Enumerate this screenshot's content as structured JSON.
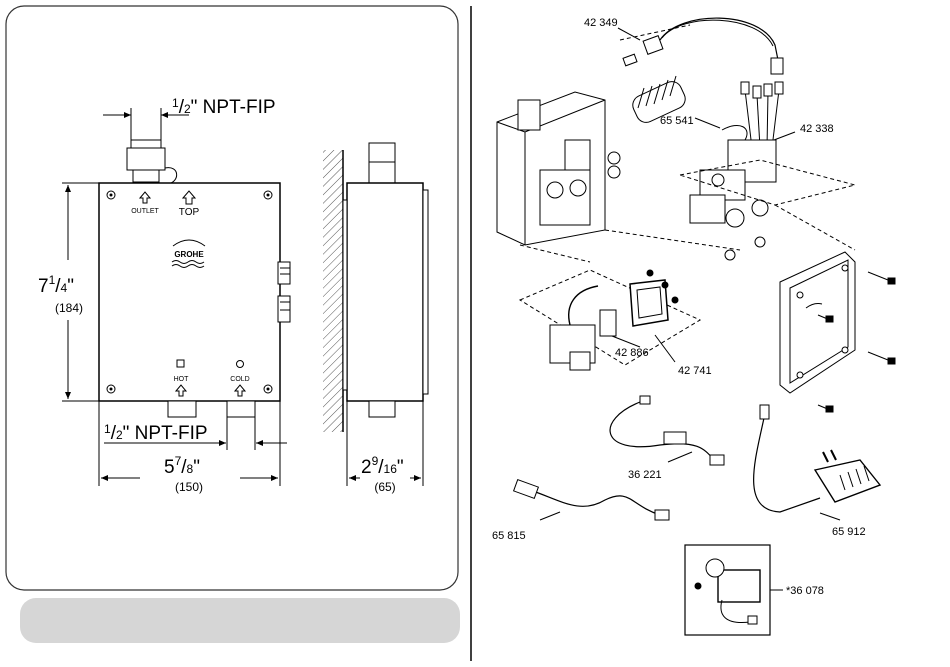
{
  "left_panel": {
    "top_pipe_label": {
      "num": "1",
      "den": "2",
      "unit": "\" NPT-FIP"
    },
    "bottom_pipe_label": {
      "num": "1",
      "den": "2",
      "unit": "\" NPT-FIP"
    },
    "height": {
      "whole": "7",
      "num": "1",
      "den": "4",
      "unit": "\"",
      "metric": "(184)"
    },
    "width": {
      "whole": "5",
      "num": "7",
      "den": "8",
      "unit": "\"",
      "metric": "(150)"
    },
    "depth": {
      "whole": "2",
      "num": "9",
      "den": "16",
      "unit": "\"",
      "metric": "(65)"
    },
    "box_markings": {
      "outlet": "OUTLET",
      "top": "TOP",
      "brand": "GROHE",
      "hot": "HOT",
      "cold": "COLD"
    }
  },
  "right_panel": {
    "part_numbers": {
      "p42349": "42 349",
      "p65541": "65 541",
      "p42338": "42 338",
      "p42886": "42 886",
      "p42741": "42 741",
      "p36221": "36 221",
      "p65815": "65 815",
      "p65912": "65 912",
      "p36078": "*36 078"
    }
  },
  "colors": {
    "line": "#000000",
    "panel_border": "#333333",
    "footer_bar": "#d6d6d6",
    "hatch": "#555555"
  }
}
